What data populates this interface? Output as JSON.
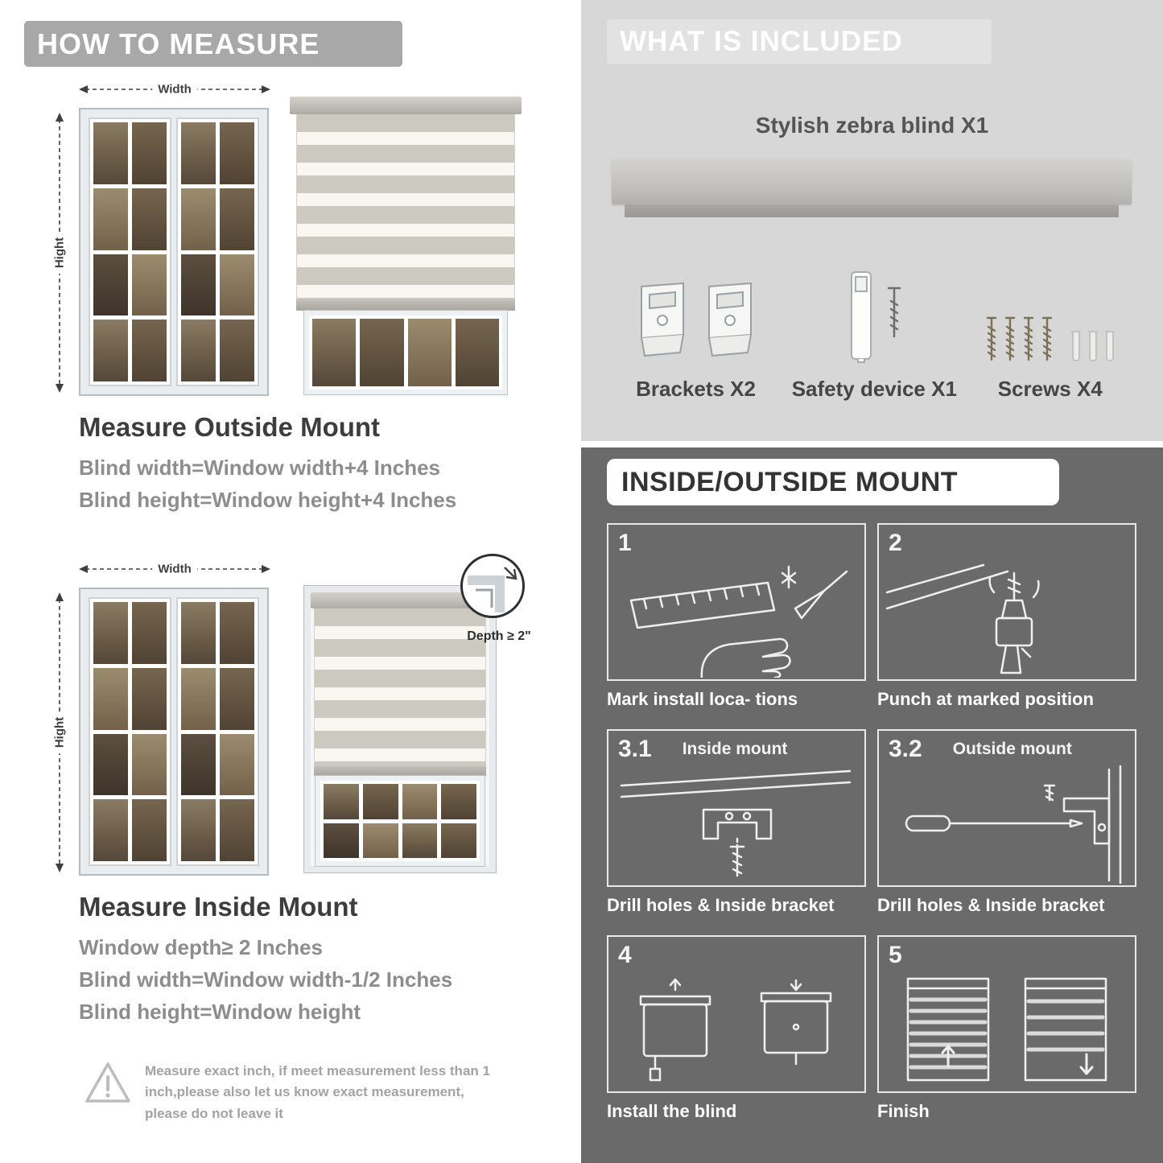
{
  "colors": {
    "header_gray": "#a8a8a8",
    "panel_light": "#d7d7d7",
    "panel_dark": "#6a6a6a",
    "text_dark": "#3d3d3d",
    "text_gray": "#8d8d8d",
    "caption_white": "#ffffff"
  },
  "left": {
    "header": "HOW TO MEASURE",
    "width_label": "Width",
    "height_label": "Hight",
    "outside": {
      "title": "Measure Outside Mount",
      "line1": "Blind width=Window width+4 Inches",
      "line2": "Blind height=Window height+4 Inches"
    },
    "inside": {
      "depth_note": "Depth ≥ 2\"",
      "title": "Measure Inside Mount",
      "line1": "Window depth≥ 2 Inches",
      "line2": "Blind width=Window width-1/2 Inches",
      "line3": "Blind height=Window height"
    },
    "warning": "Measure exact inch, if meet measurement less than 1 inch,please also let us know exact measurement, please do not leave it"
  },
  "included": {
    "header": "WHAT IS INCLUDED",
    "product": "Stylish zebra blind X1",
    "items": [
      {
        "label": "Brackets X2"
      },
      {
        "label": "Safety device X1"
      },
      {
        "label": "Screws X4"
      }
    ]
  },
  "mount": {
    "header": "INSIDE/OUTSIDE MOUNT",
    "steps": [
      {
        "num": "1",
        "title": "",
        "caption": "Mark install loca- tions"
      },
      {
        "num": "2",
        "title": "",
        "caption": "Punch at  marked position"
      },
      {
        "num": "3.1",
        "title": "Inside mount",
        "caption": "Drill holes &  Inside bracket"
      },
      {
        "num": "3.2",
        "title": "Outside mount",
        "caption": "Drill holes &  Inside bracket"
      },
      {
        "num": "4",
        "title": "",
        "caption": "Install the blind"
      },
      {
        "num": "5",
        "title": "",
        "caption": "Finish"
      }
    ]
  }
}
